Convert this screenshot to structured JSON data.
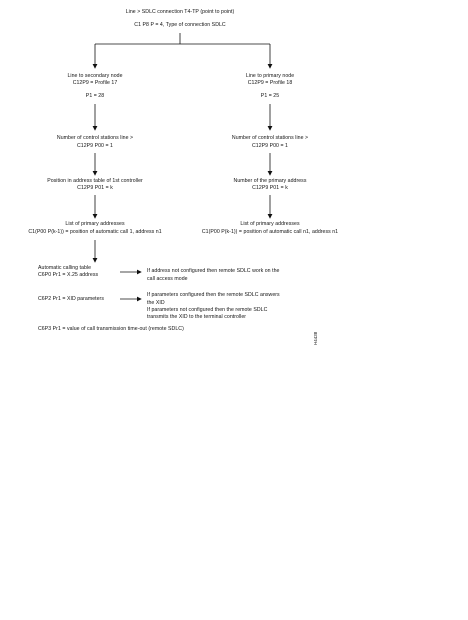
{
  "top": {
    "title": "Line > SDLC connection T4-TP (point to point)",
    "sub": "C1 P8 P = 4, Type of connection SDLC"
  },
  "left": {
    "l1a": "Line to secondary node",
    "l1b": "C12P9 = Profile 17",
    "l2": "P1 = 28",
    "l3a": "Number of control stations line >",
    "l3b": "C12P9 P00 = 1",
    "l4a": "Position in address table of 1st controller",
    "l4b": "C12P9 P01 = k",
    "l5a": "List of primary addresses",
    "l5b": "C1(P00 P(k-1)) = position of automatic call 1, address n1"
  },
  "right": {
    "r1a": "Line to primary node",
    "r1b": "C12P9 = Profile 18",
    "r2": "P1 = 25",
    "r3a": "Number of control stations line >",
    "r3b": "C12P9 P00 = 1",
    "r4a": "Number of the primary address",
    "r4b": "C12P9 P01 = k",
    "r5a": "List of primary addresses",
    "r5b": "C1(P00 P(k-1)) = position of automatic call n1, address n1"
  },
  "notes": {
    "a1": "Automatic calling table",
    "a2": "C6P0 Pr1 = X.25 address",
    "a_desc1": "If address not configured then remote SDLC work on the",
    "a_desc2": "call access mode",
    "b1": "C6P2 Pr1 = XID parameters",
    "b_desc1": "If parameters configured then the remote SDLC answers",
    "b_desc2": "the XID",
    "b_desc3": "If parameters not configured then the remote SDLC",
    "b_desc4": "transmits the XID to the terminal controller",
    "c1": "C6P3 Pr1 = value of call transmission time-out (remote SDLC)"
  },
  "figure_id": "H4438"
}
